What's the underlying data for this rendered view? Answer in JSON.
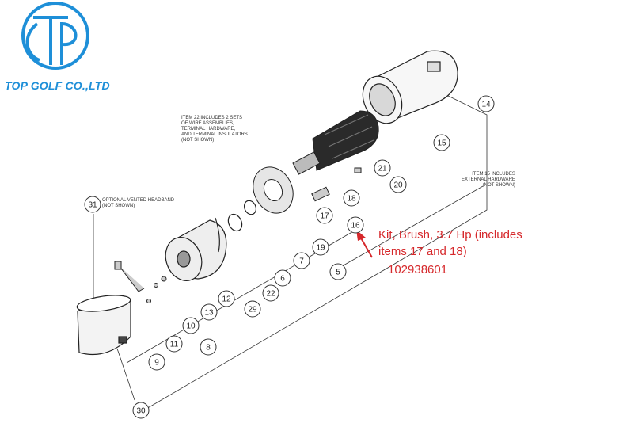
{
  "logo": {
    "text": "TOP GOLF CO.,LTD",
    "color": "#1e8fd8"
  },
  "notes": {
    "item22": [
      "ITEM 22 INCLUDES 2 SETS",
      "OF WIRE ASSEMBLIES,",
      "TERMINAL HARDWARE,",
      "AND TERMINAL INSULATORS",
      "(NOT SHOWN)"
    ],
    "item15": [
      "ITEM 15 INCLUDES",
      "EXTERNAL HARDWARE",
      "(NOT SHOWN)"
    ],
    "item31": [
      "OPTIONAL VENTED HEADBAND",
      "(NOT SHOWN)"
    ]
  },
  "callout": {
    "line1": "Kit, Brush, 3.7 Hp (includes",
    "line2": "items 17 and 18)",
    "part_number": "102938601",
    "color": "#d6282b"
  },
  "parts": [
    "14",
    "15",
    "21",
    "20",
    "18",
    "17",
    "16",
    "19",
    "7",
    "6",
    "5",
    "22",
    "29",
    "12",
    "13",
    "10",
    "11",
    "8",
    "9",
    "31",
    "30"
  ]
}
